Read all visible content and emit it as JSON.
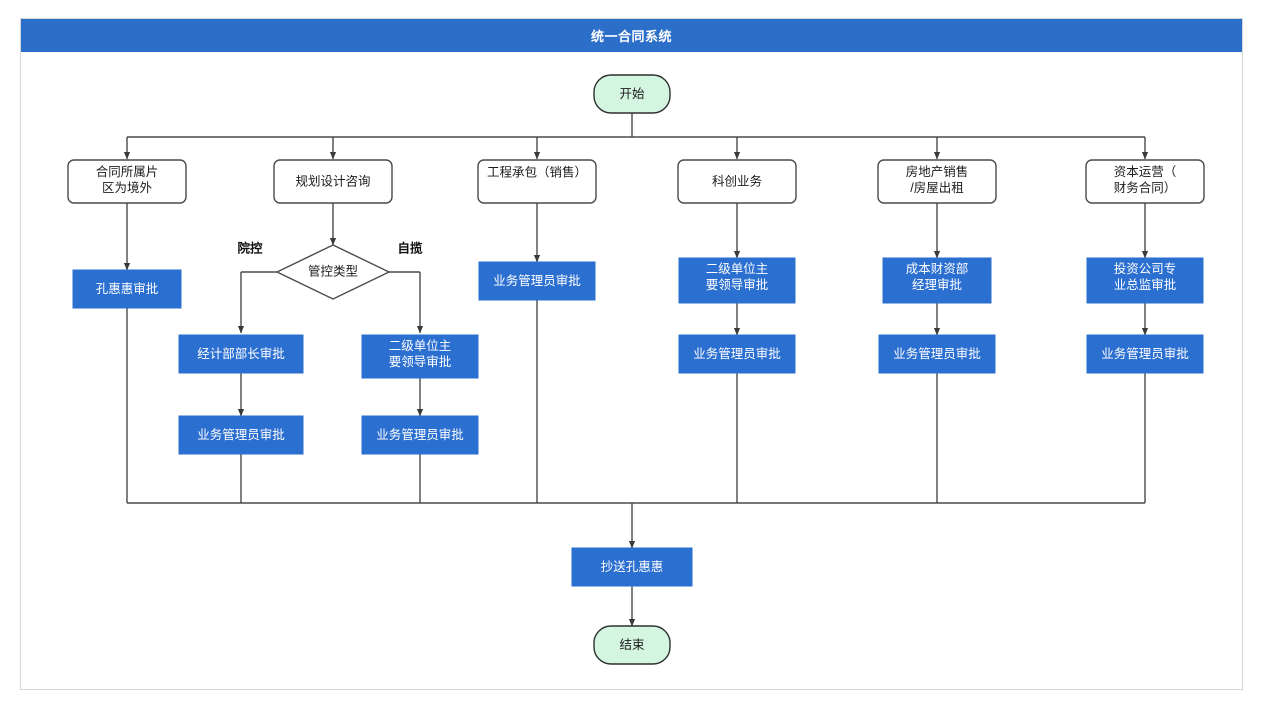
{
  "window": {
    "title": "统一合同系统"
  },
  "flow": {
    "start_node": {
      "label": "开始",
      "shape": "rounded-terminal",
      "fill": "#d4f5e0"
    },
    "end_node": {
      "label": "结束",
      "shape": "rounded-terminal",
      "fill": "#d4f5e0"
    },
    "decision": {
      "label": "管控类型",
      "shape": "diamond",
      "fill": "#ffffff"
    },
    "decision_labels": {
      "left": "院控",
      "right": "自揽"
    },
    "final_action": {
      "label": "抄送孔惠惠",
      "shape": "rect",
      "fill": "#2b6fd0"
    },
    "branches": [
      {
        "category": "合同所属片区为境外",
        "steps": [
          "孔惠惠审批"
        ]
      },
      {
        "category": "规划设计咨询",
        "steps": [],
        "decision_paths": [
          {
            "condition": "院控",
            "steps": [
              "经计部部长审批",
              "业务管理员审批"
            ]
          },
          {
            "condition": "自揽",
            "steps": [
              "二级单位主要领导审批",
              "业务管理员审批"
            ]
          }
        ]
      },
      {
        "category": "工程承包（销售）",
        "steps": [
          "业务管理员审批"
        ]
      },
      {
        "category": "科创业务",
        "steps": [
          "二级单位主要领导审批",
          "业务管理员审批"
        ]
      },
      {
        "category": "房地产销售/房屋出租",
        "steps": [
          "成本财资部经理审批",
          "业务管理员审批"
        ]
      },
      {
        "category": "资本运营（财务合同）",
        "steps": [
          "投资公司专业总监审批",
          "业务管理员审批"
        ]
      }
    ]
  },
  "colors": {
    "title_bar": "#2b6fc9",
    "node_blue": "#2b6fd0",
    "node_green": "#d4f5e0",
    "line": "#4a4a4a",
    "frame_border": "#d6d6d6"
  }
}
